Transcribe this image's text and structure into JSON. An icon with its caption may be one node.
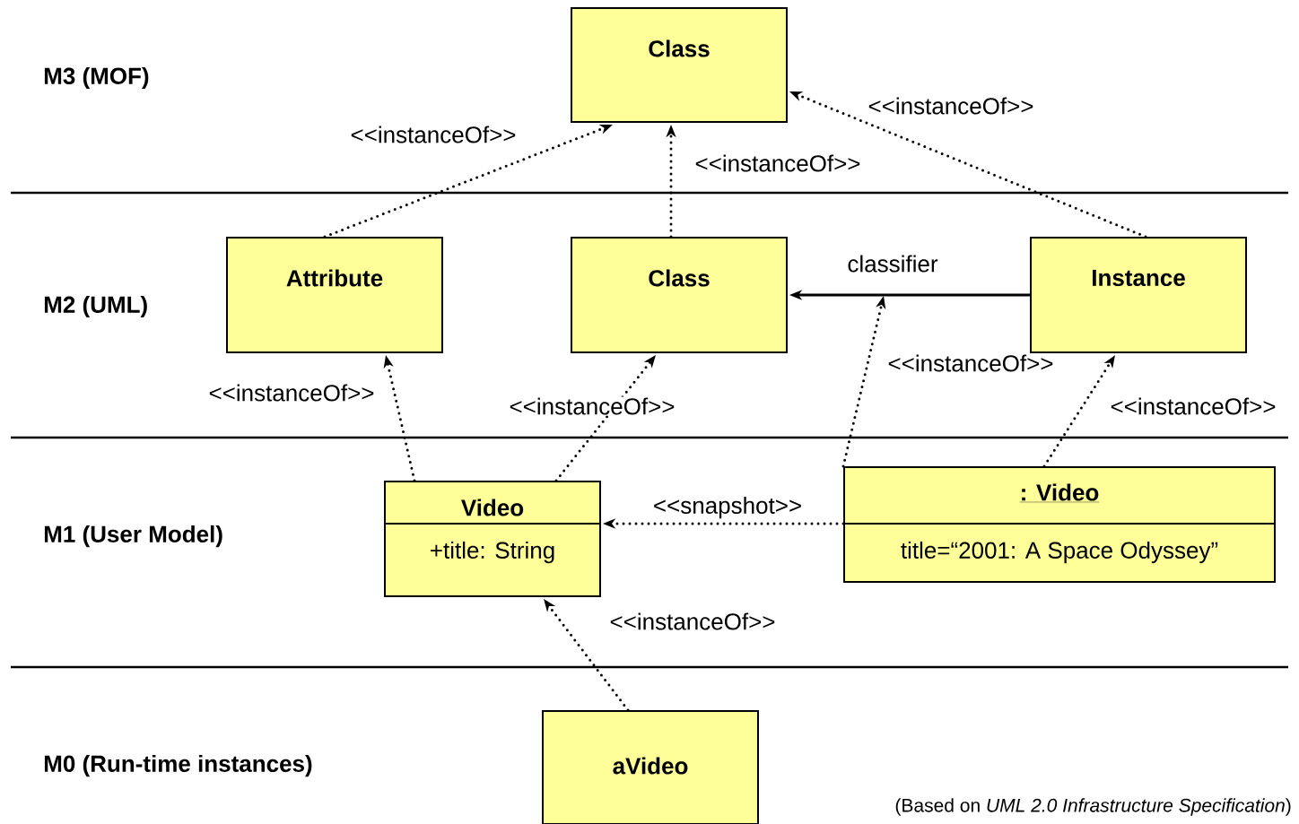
{
  "diagram": {
    "caption": "(Based on *UML 2.0 Infrastructure Specification*)",
    "nodes": [
      {
        "text": [
          "Class"
        ]
      },
      {
        "text": [
          "Attribute"
        ]
      },
      {
        "text": [
          "Class"
        ]
      },
      {
        "text": [
          "Instance"
        ]
      },
      {
        "text": [
          "Video",
          "+title: String"
        ]
      },
      {
        "text": [
          ": Video",
          "title=“2001: A Space Odyssey”"
        ]
      },
      {
        "text": [
          "aVideo"
        ]
      }
    ],
    "edges": [
      {
        "from": 1,
        "to": 0,
        "arrow": "to",
        "label": "<<instanceOf>>",
        "style": "dashed"
      },
      {
        "from": 2,
        "to": 0,
        "arrow": "to",
        "label": "<<instanceOf>>",
        "style": "dashed"
      },
      {
        "from": 3,
        "to": 0,
        "arrow": "to",
        "label": "<<instanceOf>>",
        "style": "dashed"
      },
      {
        "from": 3,
        "to": 2,
        "arrow": "to",
        "label": "classifier"
      },
      {
        "from": 4,
        "to": 1,
        "arrow": "to",
        "label": "<<instanceOf>>",
        "style": "dashed"
      },
      {
        "from": 4,
        "to": 2,
        "arrow": "to",
        "label": "<<instanceOf>>",
        "style": "dashed"
      },
      {
        "from": 5,
        "to": null,
        "arrow": "to",
        "label": "<<instanceOf>>",
        "style": "dashed"
      },
      {
        "from": 5,
        "to": 3,
        "arrow": "to",
        "label": "<<instanceOf>>",
        "style": "dashed"
      },
      {
        "from": 5,
        "to": 4,
        "arrow": "to",
        "label": "<<snapshot>>",
        "style": "dashed"
      },
      {
        "from": 6,
        "to": 4,
        "arrow": "to",
        "label": "<<instanceOf>>",
        "style": "dashed"
      }
    ],
    "labels": [
      "M3 (MOF)",
      "M2 (UML)",
      "M1 (User Model)",
      "M0 (Run-time instances)"
    ]
  }
}
